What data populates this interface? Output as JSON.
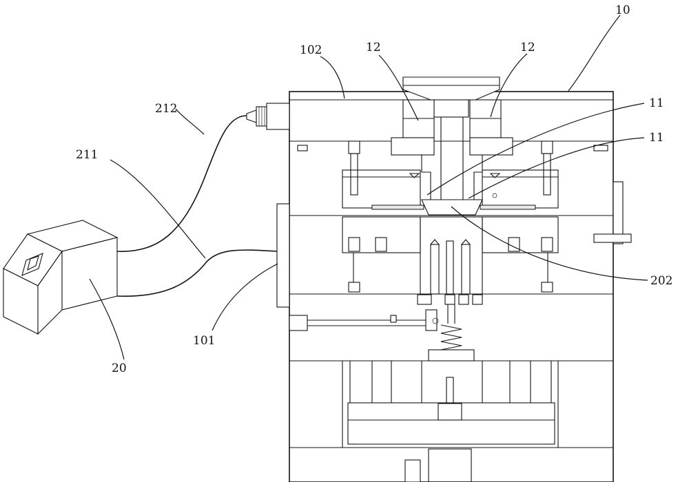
{
  "labels": {
    "mold_assembly": "10",
    "side_101": "101",
    "top_plate_102": "102",
    "runner_left": "11",
    "runner_right": "11",
    "insert_left": "12",
    "insert_right": "12",
    "controller": "20",
    "sensor_202": "202",
    "cable_211": "211",
    "cable_212": "212"
  }
}
